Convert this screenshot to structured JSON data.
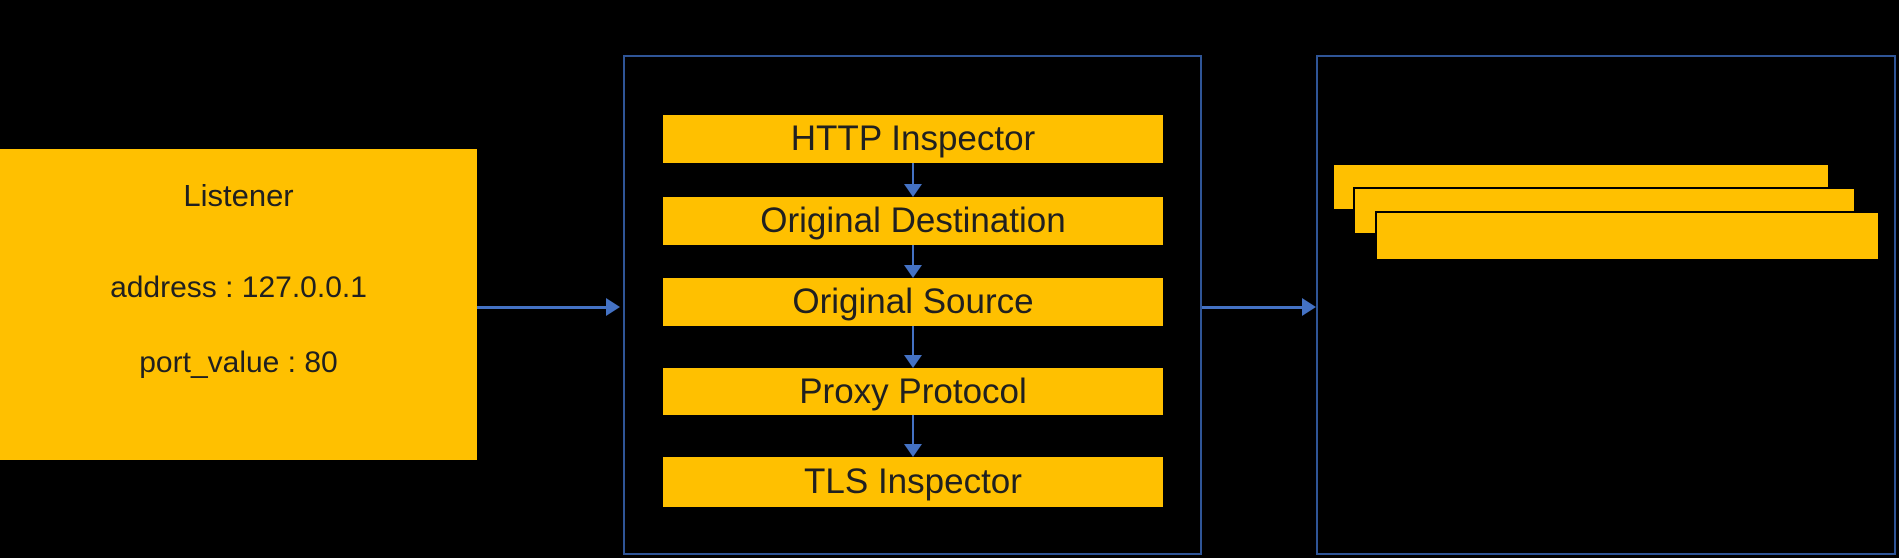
{
  "colors": {
    "background": "#000000",
    "node_fill": "#FFC000",
    "node_text": "#202020",
    "box_border": "#2F5597",
    "arrow": "#4472C4"
  },
  "listener": {
    "title": "Listener",
    "address_line": "address : 127.0.0.1",
    "port_line": "port_value : 80"
  },
  "filters": {
    "items": [
      "HTTP Inspector",
      "Original Destination",
      "Original Source",
      "Proxy Protocol",
      "TLS Inspector"
    ]
  },
  "chains": {
    "card_count": 3
  }
}
